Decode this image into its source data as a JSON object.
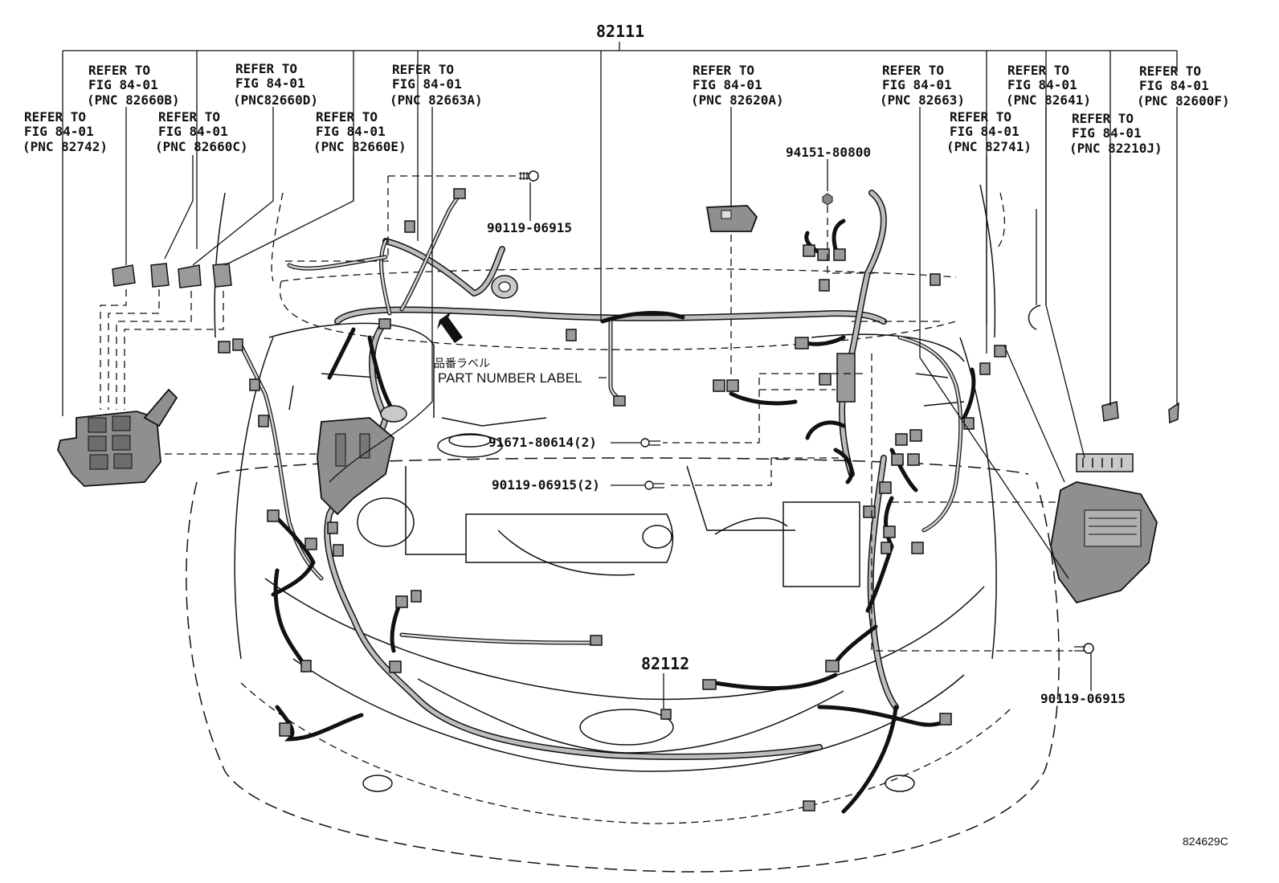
{
  "diagram": {
    "main_part": "82111",
    "secondary_part": "82112",
    "drawing_code": "824629C",
    "part_label": {
      "japanese": "品番ラベル",
      "english": "PART NUMBER LABEL"
    },
    "references": [
      {
        "line1": "REFER TO",
        "line2": "FIG 84-01",
        "line3": "(PNC 82742)"
      },
      {
        "line1": "REFER TO",
        "line2": "FIG 84-01",
        "line3": "(PNC 82660B)"
      },
      {
        "line1": "REFER TO",
        "line2": "FIG 84-01",
        "line3": "(PNC 82660C)"
      },
      {
        "line1": "REFER TO",
        "line2": "FIG 84-01",
        "line3": "(PNC82660D)"
      },
      {
        "line1": "REFER TO",
        "line2": "FIG 84-01",
        "line3": "(PNC 82660E)"
      },
      {
        "line1": "REFER TO",
        "line2": "FIG 84-01",
        "line3": "(PNC 82663A)"
      },
      {
        "line1": "REFER TO",
        "line2": "FIG 84-01",
        "line3": "(PNC 82620A)"
      },
      {
        "line1": "REFER TO",
        "line2": "FIG 84-01",
        "line3": "(PNC 82663)"
      },
      {
        "line1": "REFER TO",
        "line2": "FIG 84-01",
        "line3": "(PNC 82741)"
      },
      {
        "line1": "REFER TO",
        "line2": "FIG 84-01",
        "line3": "(PNC 82641)"
      },
      {
        "line1": "REFER TO",
        "line2": "FIG 84-01",
        "line3": "(PNC 82210J)"
      },
      {
        "line1": "REFER TO",
        "line2": "FIG 84-01",
        "line3": "(PNC 82600F)"
      }
    ],
    "fasteners": [
      {
        "part": "90119-06915"
      },
      {
        "part": "94151-80800"
      },
      {
        "part": "91671-80614(2)"
      },
      {
        "part": "90119-06915(2)"
      },
      {
        "part": "90119-06915"
      }
    ]
  }
}
